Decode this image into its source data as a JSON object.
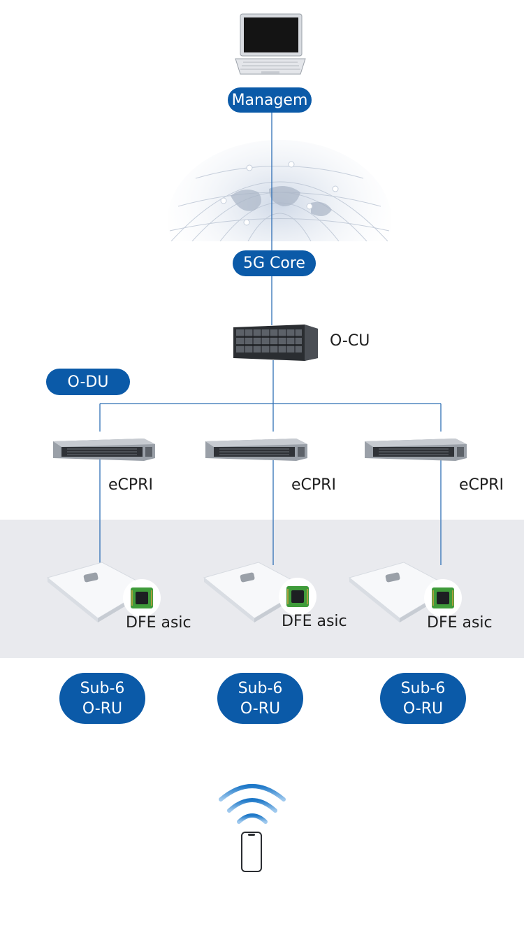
{
  "nodes": {
    "management": "Managem",
    "core": "5G Core",
    "ocu": "O-CU",
    "odu": "O-DU"
  },
  "interfaces": [
    "eCPRI",
    "eCPRI",
    "eCPRI"
  ],
  "chips": [
    "DFE asic",
    "DFE asic",
    "DFE asic"
  ],
  "radio_units": [
    {
      "line1": "Sub-6",
      "line2": "O-RU"
    },
    {
      "line1": "Sub-6",
      "line2": "O-RU"
    },
    {
      "line1": "Sub-6",
      "line2": "O-RU"
    }
  ],
  "colors": {
    "accent": "#0b5aa8",
    "wire": "#2f6fb5",
    "band": "#e9eaee"
  },
  "icons": [
    "laptop-icon",
    "globe-icon",
    "rack-server-icon",
    "server-icon",
    "access-point-icon",
    "chip-icon",
    "wifi-icon",
    "phone-icon"
  ]
}
